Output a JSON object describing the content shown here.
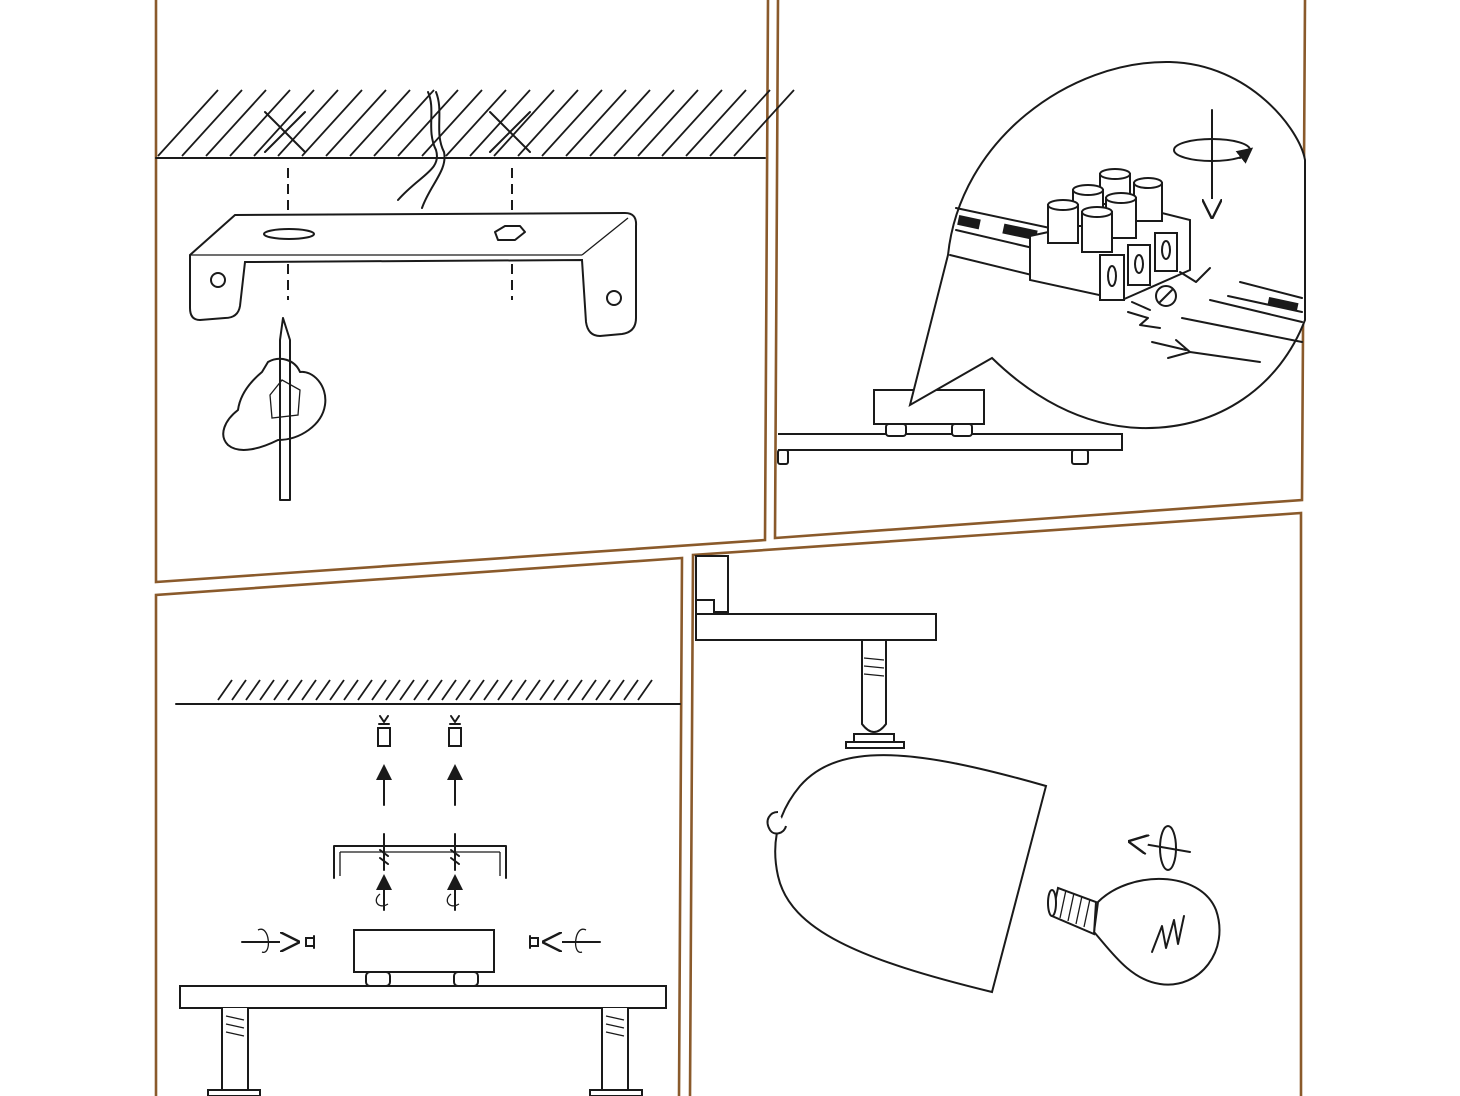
{
  "diagram": {
    "frame_color": "#8a5a2b",
    "line_color": "#1a1a1a",
    "panels": [
      {
        "id": "mark-drill-holes",
        "icons": [
          "ceiling-icon",
          "mounting-bracket-icon",
          "power-cable-icon",
          "pencil-in-hand-icon"
        ]
      },
      {
        "id": "connect-wires",
        "icons": [
          "terminal-block-icon",
          "screwdriver-rotate-icon",
          "wire-icon",
          "magnifier-callout-icon"
        ]
      },
      {
        "id": "mount-to-ceiling",
        "icons": [
          "ceiling-icon",
          "wall-plug-icon",
          "screw-icon",
          "bracket-icon",
          "canopy-icon"
        ]
      },
      {
        "id": "insert-bulb",
        "icons": [
          "spotlight-shade-icon",
          "light-bulb-icon",
          "rotate-arrow-icon"
        ]
      }
    ]
  }
}
